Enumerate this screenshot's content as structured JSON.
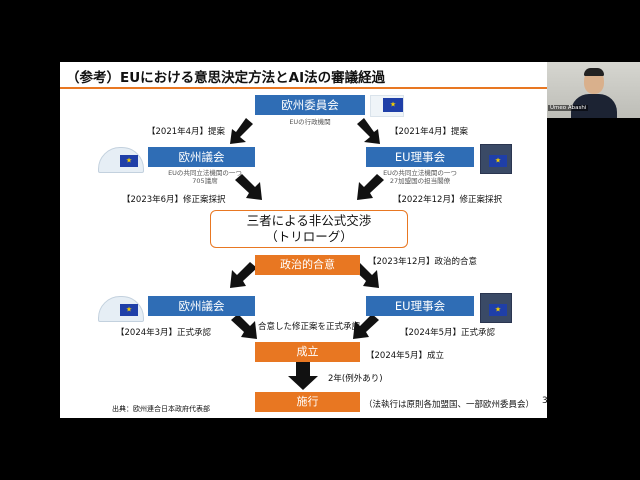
{
  "slide": {
    "title": "（参考）EUにおける意思決定方法とAI法の審議経過",
    "page_number": "3",
    "source": "出典：欧州連合日本政府代表部",
    "commission": {
      "label": "欧州委員会",
      "sub": "EUの行政機関"
    },
    "parliament": {
      "label": "欧州議会",
      "sub1": "EUの共同立法機関の一つ",
      "sub2": "705議席"
    },
    "council": {
      "label": "EU理事会",
      "sub1": "EUの共同立法機関の一つ",
      "sub2": "27加盟国の担当閣僚"
    },
    "step_proposal_left": "【2021年4月】提案",
    "step_proposal_right": "【2021年4月】提案",
    "step_amend_left": "【2023年6月】修正案採択",
    "step_amend_right": "【2022年12月】修正案採択",
    "trilogue_line1": "三者による非公式交渉",
    "trilogue_line2": "（トリローグ）",
    "political_agreement": "政治的合意",
    "political_agreement_date": "【2023年12月】政治的合意",
    "parliament2": "欧州議会",
    "council2": "EU理事会",
    "approval_left": "【2024年3月】正式承認",
    "approval_right": "【2024年5月】正式承認",
    "approval_center": "合意した修正案を正式承認",
    "adoption": "成立",
    "adoption_date": "【2024年5月】成立",
    "period": "2年(例外あり)",
    "enforcement": "施行",
    "enforcement_note": "（法執行は原則各加盟国、一部欧州委員会）"
  },
  "video": {
    "participant_name": "Umeo Abashi"
  },
  "colors": {
    "blue": "#2f6db5",
    "orange": "#e87722",
    "rule": "#e87722"
  }
}
